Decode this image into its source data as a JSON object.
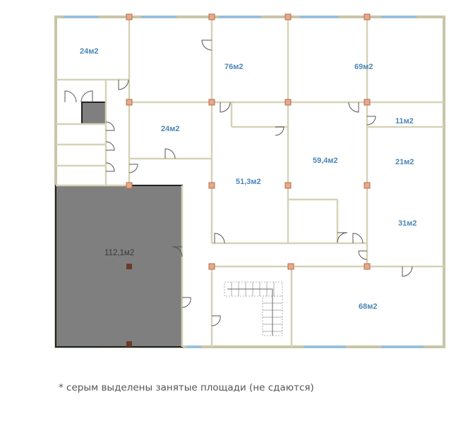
{
  "plan": {
    "rooms": [
      {
        "id": "room-24a",
        "label": "24м2"
      },
      {
        "id": "room-76",
        "label": "76м2"
      },
      {
        "id": "room-69",
        "label": "69м2"
      },
      {
        "id": "room-24b",
        "label": "24м2"
      },
      {
        "id": "room-11",
        "label": "11м2"
      },
      {
        "id": "room-59-4",
        "label": "59,4м2"
      },
      {
        "id": "room-21",
        "label": "21м2"
      },
      {
        "id": "room-51-3",
        "label": "51,3м2"
      },
      {
        "id": "room-31",
        "label": "31м2"
      },
      {
        "id": "room-112-1",
        "label": "112,1м2",
        "occupied": true
      },
      {
        "id": "room-68",
        "label": "68м2"
      }
    ],
    "colors": {
      "occupied_fill": "#7f7f7f",
      "label": "#4a86b8",
      "wall": "#d6d2b8",
      "column": "#e7a989",
      "window": "#8cc0e6"
    }
  },
  "footnote": "* серым выделены занятые площади (не сдаются)"
}
